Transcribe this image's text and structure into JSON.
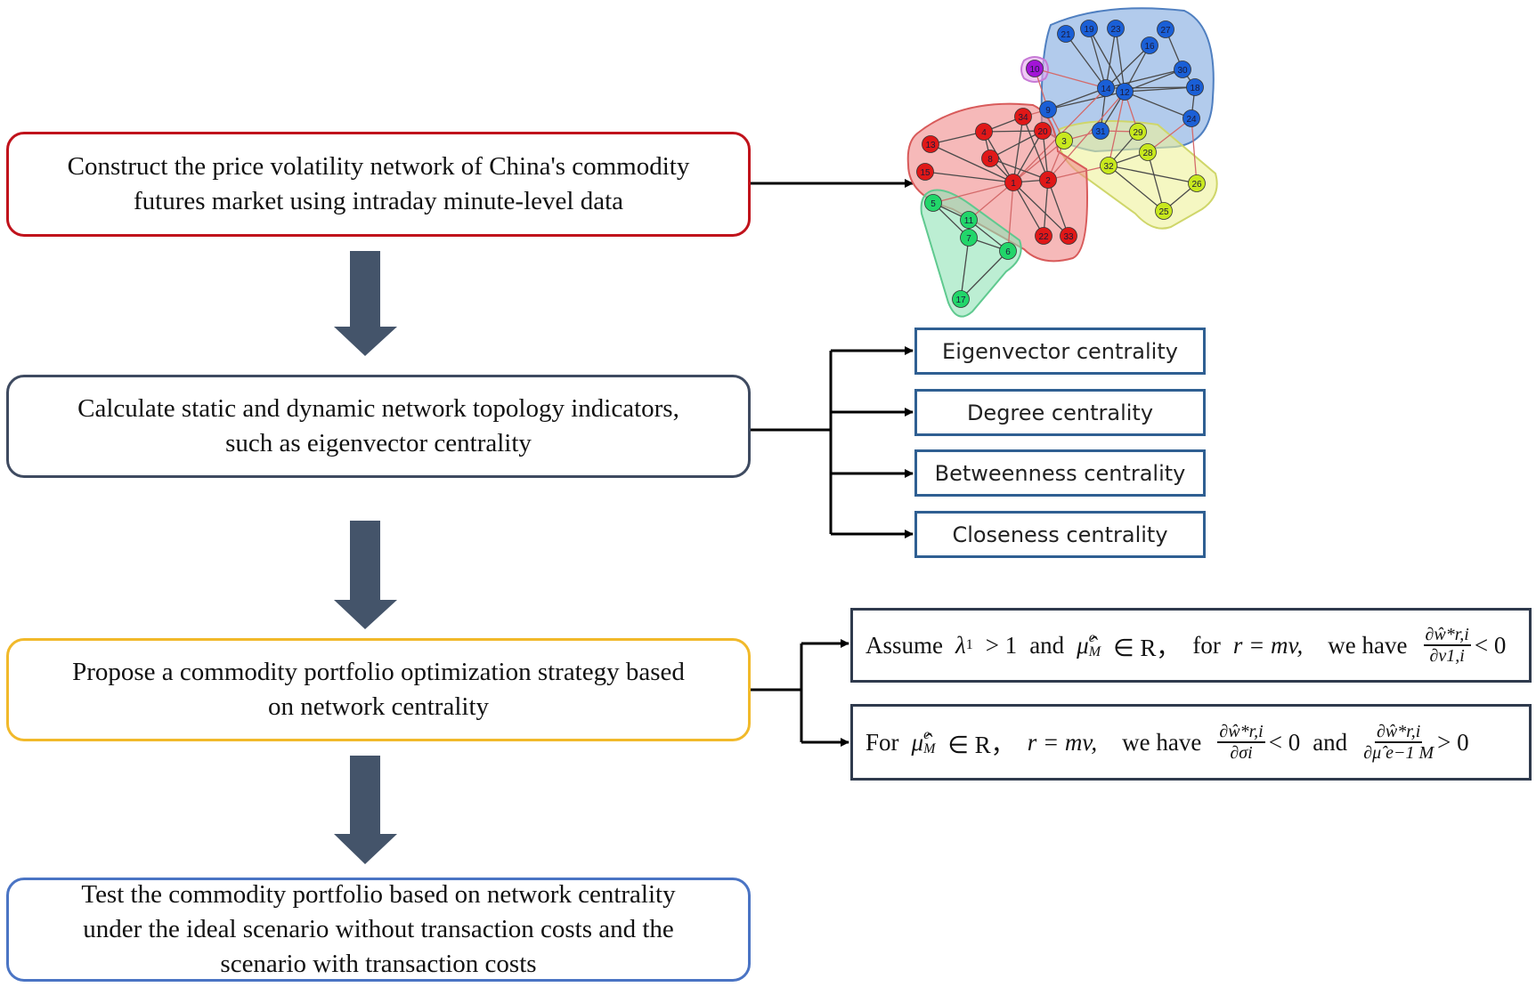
{
  "steps": [
    {
      "id": "construct-network",
      "lines": [
        "Construct the price volatility network of China's commodity",
        "futures market using intraday minute-level data"
      ],
      "border_color": "#c0121b"
    },
    {
      "id": "calculate-indicators",
      "lines": [
        "Calculate static and dynamic network topology indicators,",
        "such as eigenvector centrality"
      ],
      "border_color": "#3e4a60"
    },
    {
      "id": "propose-strategy",
      "lines": [
        "Propose a commodity portfolio optimization strategy based",
        "on network centrality"
      ],
      "border_color": "#f1b92a"
    },
    {
      "id": "test-portfolio",
      "lines": [
        "Test the commodity portfolio based on network centrality",
        "under the ideal scenario without transaction costs and the",
        "scenario with transaction costs"
      ],
      "border_color": "#4a74c4"
    }
  ],
  "centrality_measures": [
    "Eigenvector centrality",
    "Degree centrality",
    "Betweenness centrality",
    "Closeness centrality"
  ],
  "propositions": {
    "p1": {
      "assume": "Assume",
      "lambda": "λ",
      "lambda_sub": "1",
      "gt_one": "> 1",
      "and": "and",
      "mu": "μ̂",
      "mu_sup": "e",
      "mu_sub": "M",
      "in_R": "∈ R，",
      "for": "for",
      "r_eq": "r = mv,",
      "we_have": "we have",
      "frac_num": "∂ŵ*r,i",
      "frac_den": "∂v1,i",
      "rel": "< 0"
    },
    "p2": {
      "for": "For",
      "mu": "μ̂",
      "mu_sup": "e",
      "mu_sub": "M",
      "in_R": "∈ R，",
      "r_eq": "r = mv,",
      "we_have": "we have",
      "frac1_num": "∂ŵ*r,i",
      "frac1_den": "∂σi",
      "rel1": "< 0",
      "and": "and",
      "frac2_num": "∂ŵ*r,i",
      "frac2_den": "∂μ̂ e−1 M",
      "rel2": "> 0"
    }
  },
  "network": {
    "communities": [
      {
        "name": "blue",
        "fill": "#7fa8e0",
        "stroke": "#4f7fc0",
        "node_color": "#1a5fd6"
      },
      {
        "name": "red",
        "fill": "#f08a8a",
        "stroke": "#d85a5a",
        "node_color": "#e01818"
      },
      {
        "name": "yellow",
        "fill": "#eef29a",
        "stroke": "#cfd66a",
        "node_color": "#c8e81e"
      },
      {
        "name": "green",
        "fill": "#8fe3b5",
        "stroke": "#5fc98f",
        "node_color": "#22d66a"
      },
      {
        "name": "purple",
        "fill": "#e6a8f0",
        "stroke": "#c77ad6",
        "node_color": "#a214d6"
      }
    ],
    "nodes": [
      {
        "id": "21",
        "c": "blue"
      },
      {
        "id": "19",
        "c": "blue"
      },
      {
        "id": "23",
        "c": "blue"
      },
      {
        "id": "27",
        "c": "blue"
      },
      {
        "id": "16",
        "c": "blue"
      },
      {
        "id": "30",
        "c": "blue"
      },
      {
        "id": "14",
        "c": "blue"
      },
      {
        "id": "12",
        "c": "blue"
      },
      {
        "id": "18",
        "c": "blue"
      },
      {
        "id": "9",
        "c": "blue"
      },
      {
        "id": "24",
        "c": "blue"
      },
      {
        "id": "31",
        "c": "blue"
      },
      {
        "id": "10",
        "c": "purple"
      },
      {
        "id": "3",
        "c": "yellow"
      },
      {
        "id": "29",
        "c": "yellow"
      },
      {
        "id": "28",
        "c": "yellow"
      },
      {
        "id": "32",
        "c": "yellow"
      },
      {
        "id": "26",
        "c": "yellow"
      },
      {
        "id": "25",
        "c": "yellow"
      },
      {
        "id": "34",
        "c": "red"
      },
      {
        "id": "20",
        "c": "red"
      },
      {
        "id": "4",
        "c": "red"
      },
      {
        "id": "13",
        "c": "red"
      },
      {
        "id": "8",
        "c": "red"
      },
      {
        "id": "15",
        "c": "red"
      },
      {
        "id": "1",
        "c": "red"
      },
      {
        "id": "2",
        "c": "red"
      },
      {
        "id": "22",
        "c": "red"
      },
      {
        "id": "33",
        "c": "red"
      },
      {
        "id": "5",
        "c": "green"
      },
      {
        "id": "11",
        "c": "green"
      },
      {
        "id": "7",
        "c": "green"
      },
      {
        "id": "6",
        "c": "green"
      },
      {
        "id": "17",
        "c": "green"
      }
    ]
  },
  "colors": {
    "arrow_big": "#44546a",
    "connector": "#000000",
    "metric_border": "#2f5f92",
    "prop_border": "#2f3a4d"
  }
}
